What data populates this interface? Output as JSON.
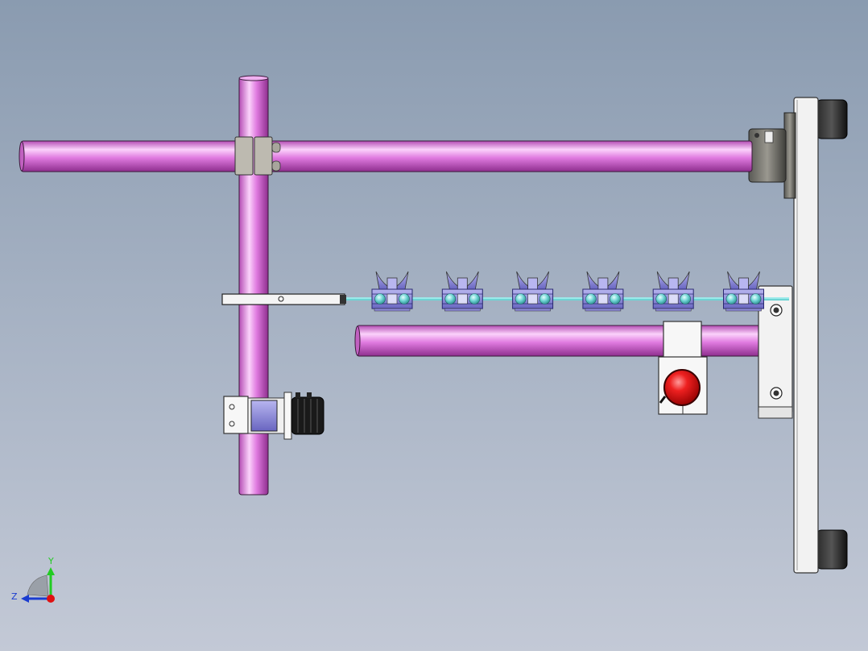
{
  "view": {
    "background_top": "#8a9bb0",
    "background_bottom": "#c3c9d6"
  },
  "colors": {
    "tube": "#e07be0",
    "tube_highlight": "#fbd2fb",
    "tube_shadow": "#8e2e8e",
    "clamp_blue": "#8b88d8",
    "bead_cyan": "#6ed4d4",
    "knob_red": "#e01010",
    "plate_white": "#f2f2f2",
    "bracket_gray": "#bdbab0",
    "rubber_black": "#1a1a1a",
    "axis_y": "#22cc22",
    "axis_z": "#1a3cd0",
    "axis_origin": "#e01010"
  },
  "components": {
    "top_tube": "horizontal-tube-top",
    "vertical_tube": "vertical-tube",
    "lower_tube": "horizontal-tube-lower",
    "bar": "flat-bar",
    "clamp_count": 6,
    "foot_count": 2
  },
  "triad": {
    "y_label": "Y",
    "z_label": "Z"
  }
}
